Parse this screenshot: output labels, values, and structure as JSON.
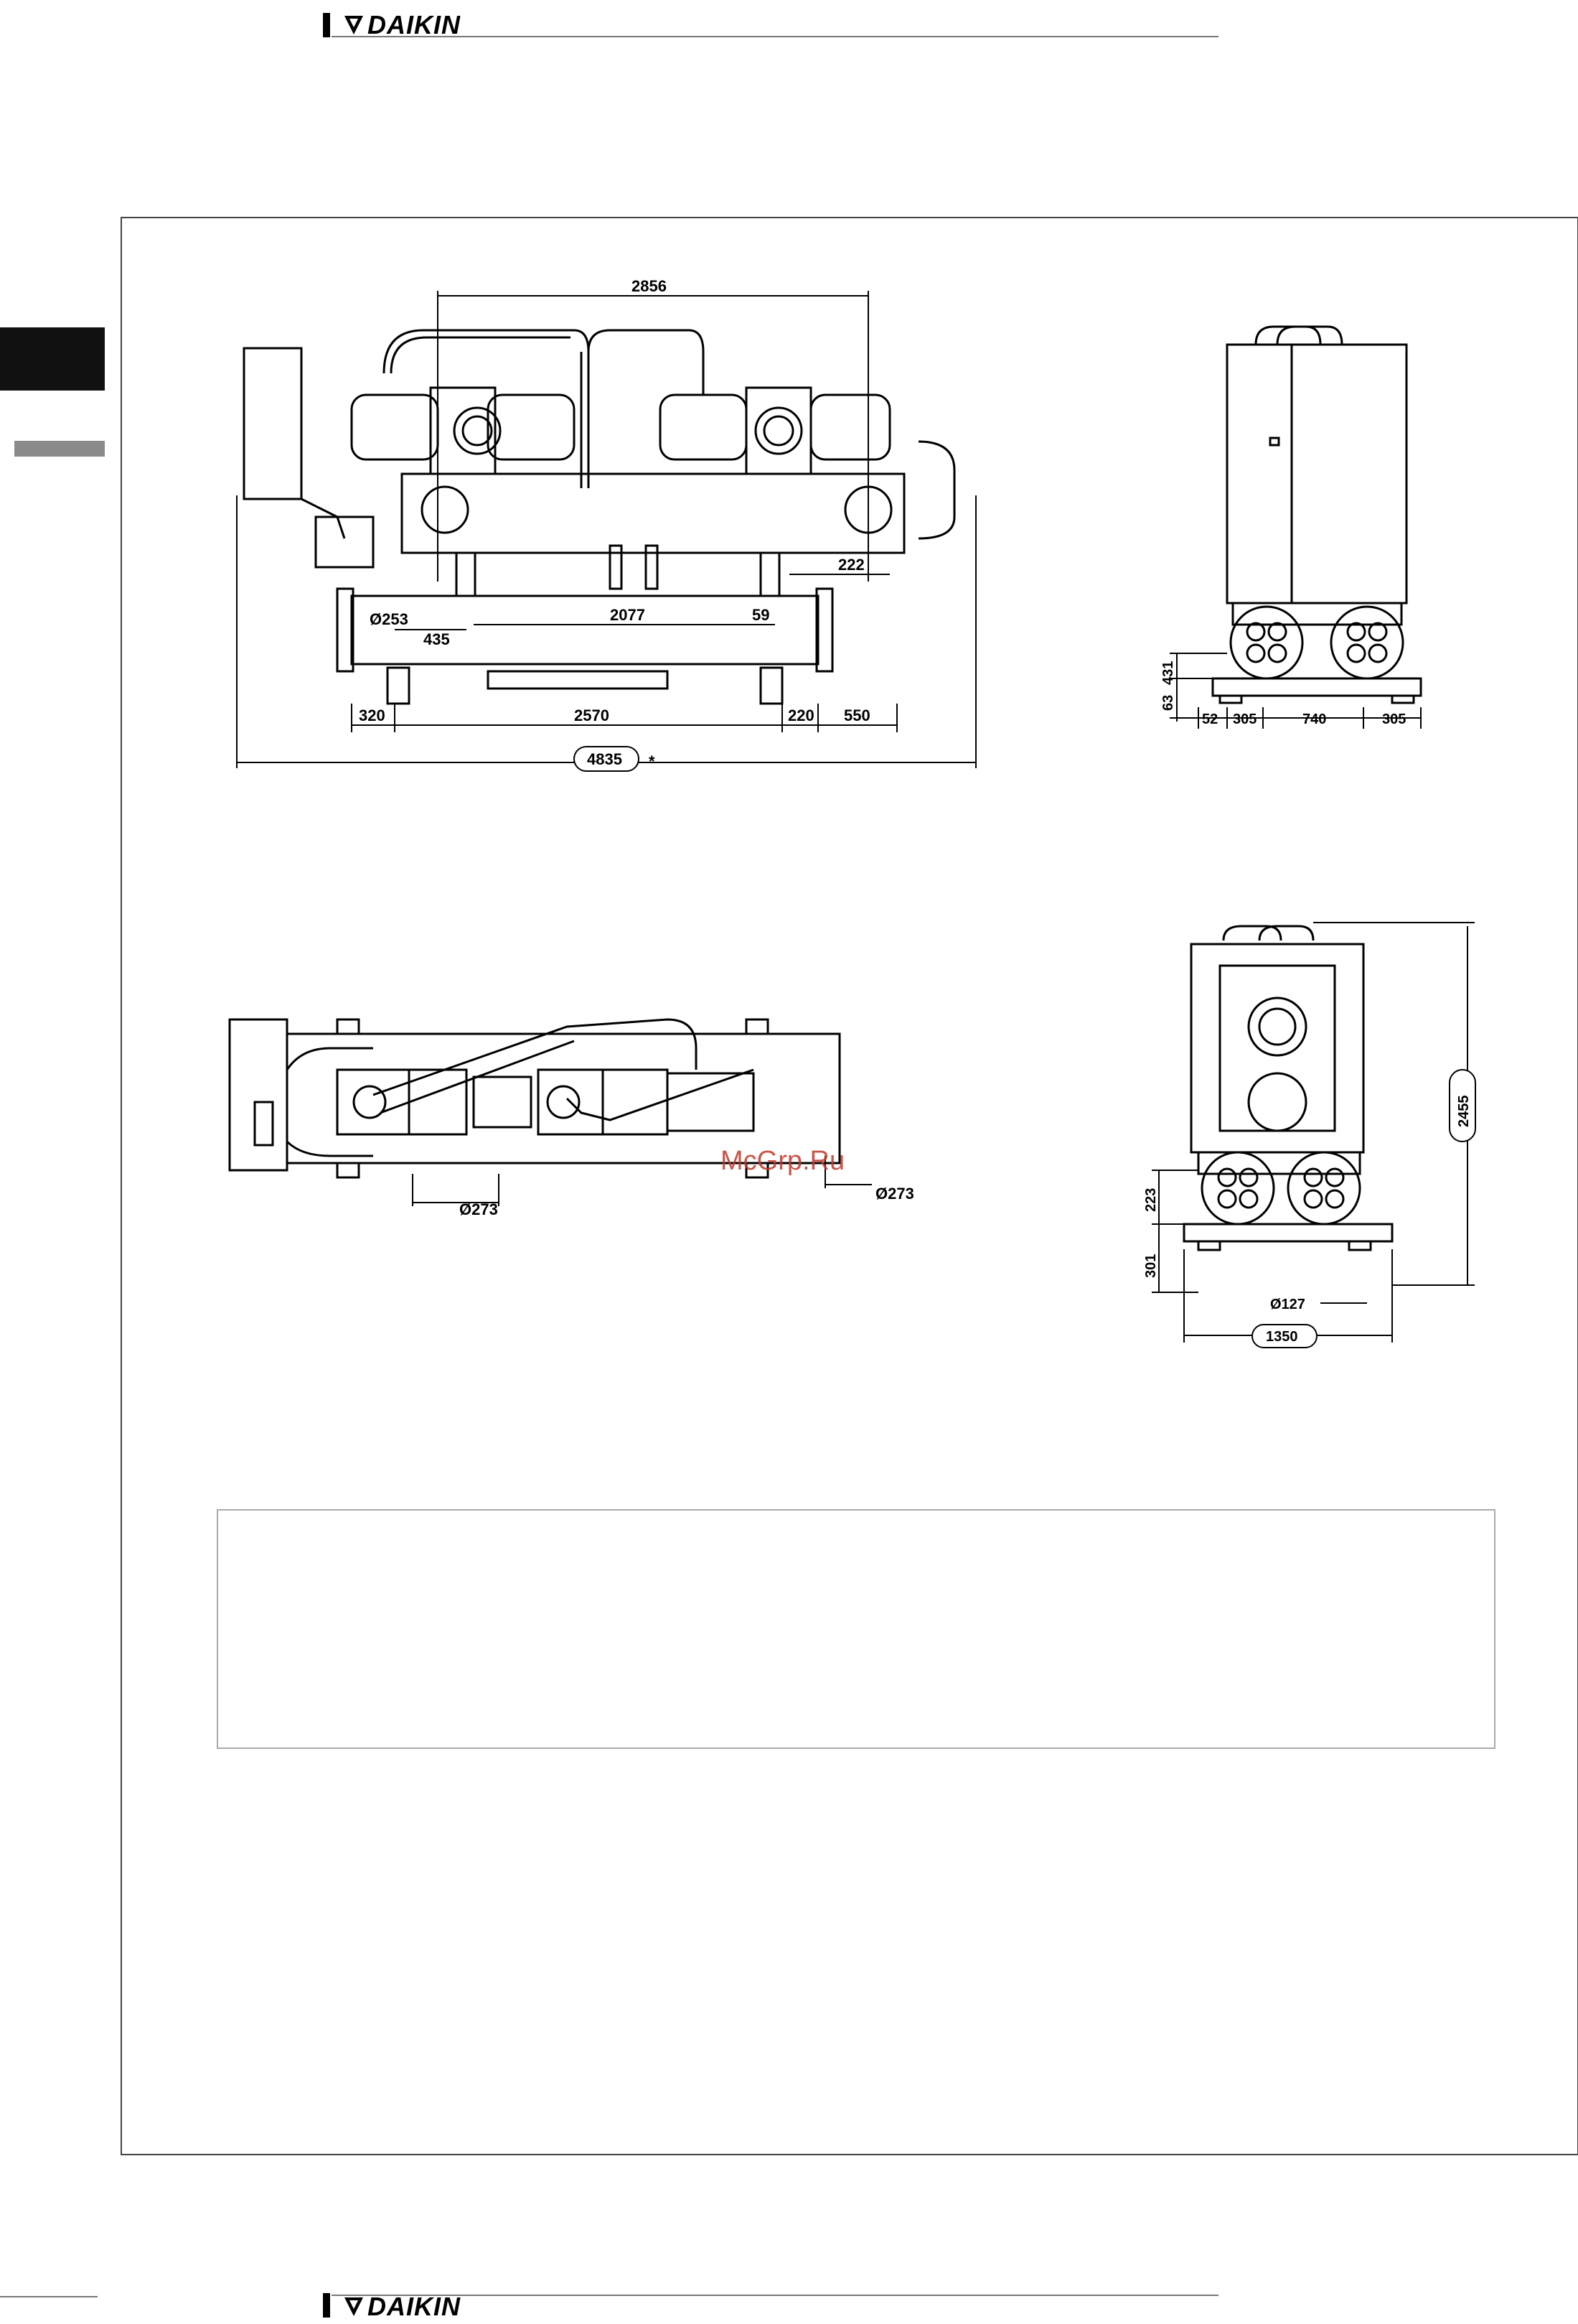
{
  "header": {
    "brand": "DAIKIN"
  },
  "footer": {
    "brand": "DAIKIN"
  },
  "watermark": "McGrp.Ru",
  "colors": {
    "line": "#000000",
    "frame": "#444444",
    "watermark": "#c0392b"
  },
  "views": {
    "front": {
      "dims": {
        "top_span": "2856",
        "right_offset": "222",
        "conn_dia": "Ø253",
        "inner_span": "2077",
        "small_offset": "59",
        "left_offset": "435",
        "base_left": "320",
        "base_span": "2570",
        "base_right": "220",
        "end_clear": "550",
        "overall_length": "4835",
        "overall_mark": "*"
      }
    },
    "side_right": {
      "dims": {
        "h1": "63",
        "h2": "431",
        "b1": "52",
        "b2": "305",
        "b3": "740",
        "b4": "305"
      }
    },
    "top": {
      "dims": {
        "conn_dia_left": "Ø273",
        "conn_dia_right": "Ø273"
      }
    },
    "side_left": {
      "dims": {
        "height": "2455",
        "h1": "223",
        "h2": "301",
        "foot_dia": "Ø127",
        "width": "1350"
      }
    }
  }
}
